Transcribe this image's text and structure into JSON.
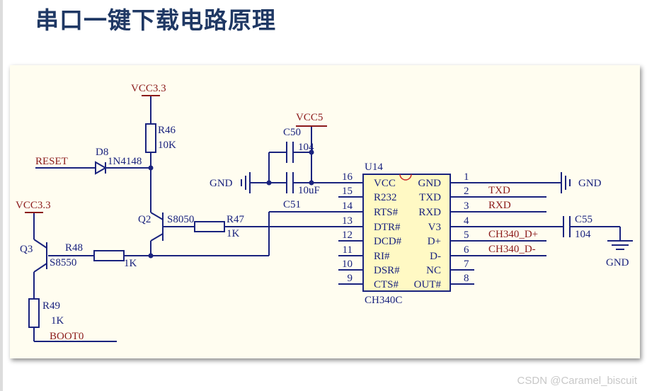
{
  "title": "串口一键下载电路原理",
  "watermark": "CSDN @Caramel_biscuit",
  "net_labels": {
    "vcc33_top": "VCC3.3",
    "vcc33_left": "VCC3.3",
    "vcc5": "VCC5",
    "reset": "RESET",
    "boot0": "BOOT0",
    "gnd_left": "GND",
    "gnd_right": "GND",
    "gnd_bottom": "GND",
    "txd": "TXD",
    "rxd": "RXD",
    "dplus": "CH340_D+",
    "dminus": "CH340_D-"
  },
  "components": {
    "r46": {
      "ref": "R46",
      "value": "10K"
    },
    "d8": {
      "ref": "D8",
      "value": "1N4148"
    },
    "q2": {
      "ref": "Q2",
      "value": "S8050"
    },
    "r47": {
      "ref": "R47",
      "value": "1K"
    },
    "q3": {
      "ref": "Q3",
      "value": "S8550"
    },
    "r48": {
      "ref": "R48",
      "value": "1K"
    },
    "r49": {
      "ref": "R49",
      "value": "1K"
    },
    "c50": {
      "ref": "C50",
      "value": "104"
    },
    "c51": {
      "ref": "C51",
      "value": "10uF"
    },
    "c55": {
      "ref": "C55",
      "value": "104"
    },
    "u14": {
      "ref": "U14",
      "value": "CH340C"
    }
  },
  "ic_left_pins": [
    {
      "num": "16",
      "name": "VCC"
    },
    {
      "num": "15",
      "name": "R232"
    },
    {
      "num": "14",
      "name": "RTS#"
    },
    {
      "num": "13",
      "name": "DTR#"
    },
    {
      "num": "12",
      "name": "DCD#"
    },
    {
      "num": "11",
      "name": "RI#"
    },
    {
      "num": "10",
      "name": "DSR#"
    },
    {
      "num": "9",
      "name": "CTS#"
    }
  ],
  "ic_right_pins": [
    {
      "num": "1",
      "name": "GND"
    },
    {
      "num": "2",
      "name": "TXD"
    },
    {
      "num": "3",
      "name": "RXD"
    },
    {
      "num": "4",
      "name": "V3"
    },
    {
      "num": "5",
      "name": "D+"
    },
    {
      "num": "6",
      "name": "D-"
    },
    {
      "num": "7",
      "name": "NC"
    },
    {
      "num": "8",
      "name": "OUT#"
    }
  ],
  "colors": {
    "wire": "#1a237e",
    "power": "#8b1a1a",
    "ic_fill": "#fff9c4",
    "title": "#1f3864"
  }
}
